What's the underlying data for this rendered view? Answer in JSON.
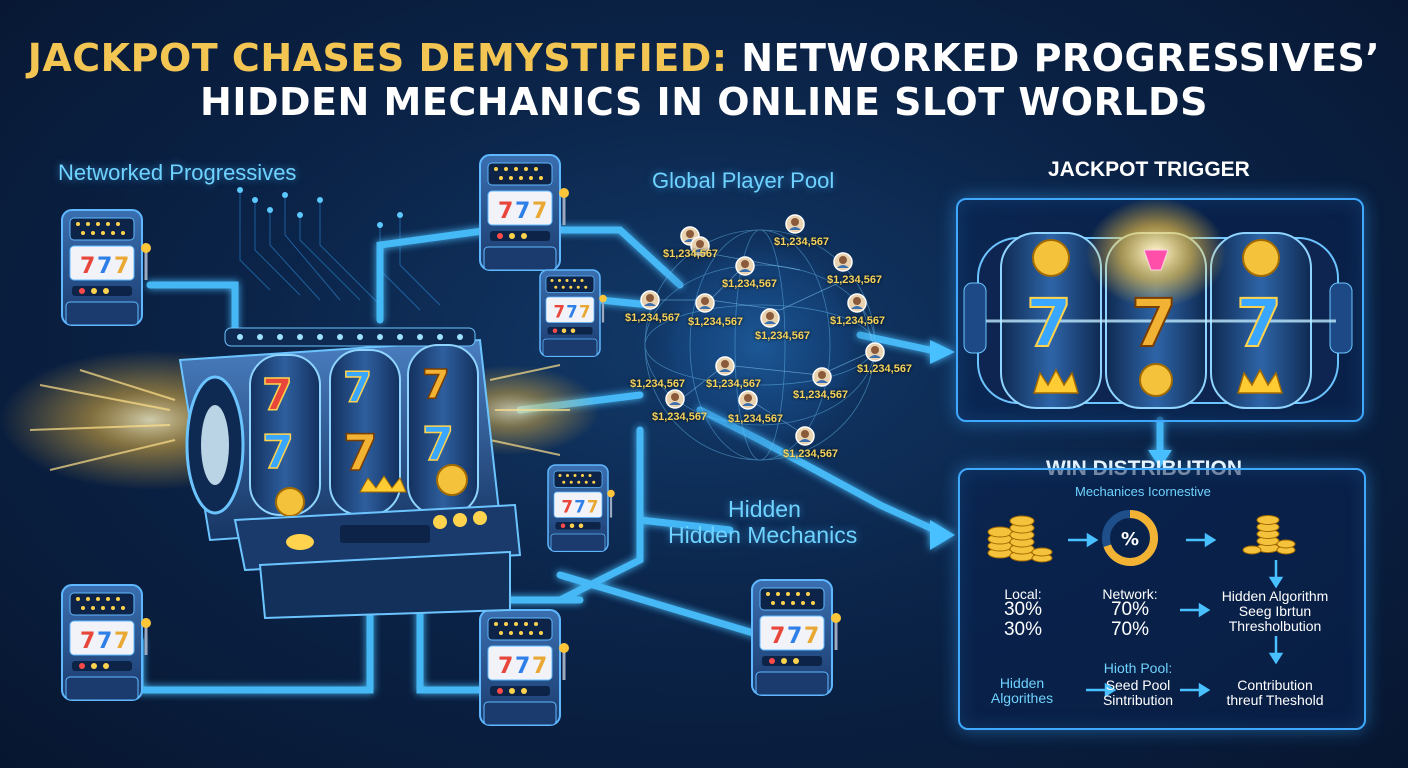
{
  "title": {
    "line1_gold": "JACKPOT CHASES DEMYSTIFIED:",
    "line1_white": " NETWORKED PROGRESSIVES’",
    "line2": "HIDDEN MECHANICS IN ONLINE SLOT WORLDS"
  },
  "labels": {
    "networked_progressives": "Networked Progressives",
    "global_player_pool": "Global Player Pool",
    "hidden_line1": "Hidden",
    "hidden_line2": "Hidden Mechanics"
  },
  "pool": {
    "amounts": [
      "$1,234,567",
      "$1,234,567",
      "$1,234,567",
      "$1,234,567",
      "$1,234,567",
      "$1,234,567",
      "$1,234,567",
      "$1,234,567",
      "$1,234,567",
      "$1,234,567",
      "$1,234,567",
      "$1,234,567",
      "$1,234,567",
      "$1,234,567",
      "$1,234,567"
    ]
  },
  "trigger": {
    "heading": "JACKPOT TRIGGER",
    "reel_symbol": "7"
  },
  "distribution": {
    "heading": "WIN DISTRIBUTION",
    "subheading": "Mechanices Icornestive",
    "percent_icon_text": "%",
    "local_label": "Local:",
    "local_value_1": "30%",
    "local_value_2": "30%",
    "network_label": "Network:",
    "network_value_1": "70%",
    "network_value_2": "70%",
    "hidden_algo_1": "Hidden Algorithm",
    "hidden_algo_2": "Seeg Ibrtun",
    "hidden_algo_3": "Thresholbution",
    "bottom_left_1": "Hidden",
    "bottom_left_2": "Algorithes",
    "bottom_mid_0": "Hioth Pool:",
    "bottom_mid_1": "Seed Pool",
    "bottom_mid_2": "Sintribution",
    "bottom_right_1": "Contribution",
    "bottom_right_2": "threuf Theshold"
  },
  "colors": {
    "accent_cyan": "#3fa9ff",
    "gold": "#f3c653",
    "seven_blue": "#39a6ff",
    "seven_red": "#e8463a",
    "seven_gold": "#f2b233"
  }
}
